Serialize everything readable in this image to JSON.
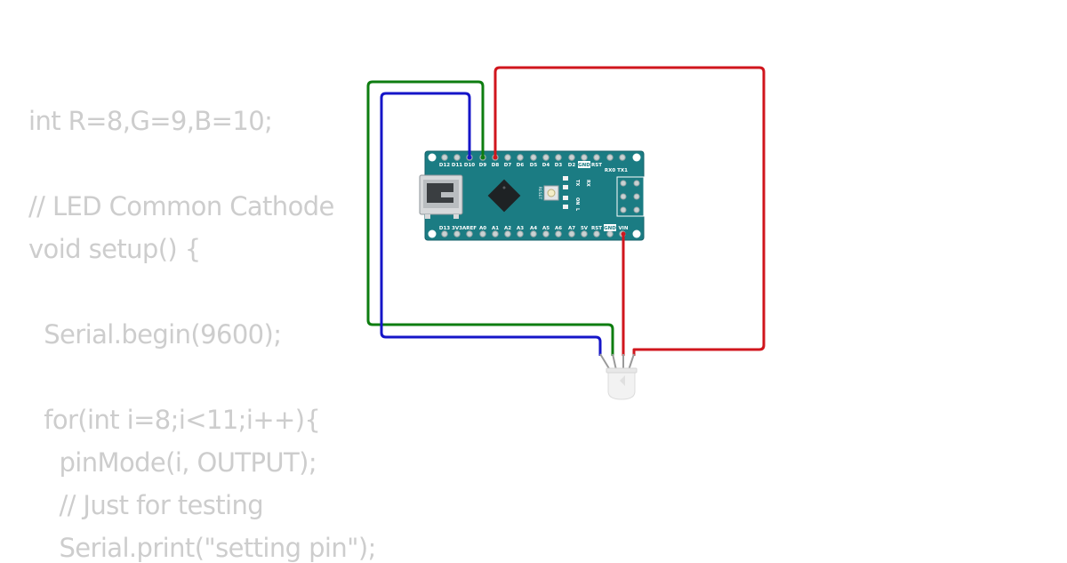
{
  "code": {
    "lines": [
      "int R=8,G=9,B=10;",
      "",
      "// LED Common Cathode",
      "void setup() {",
      "",
      "  Serial.begin(9600);",
      "",
      "  for(int i=8;i<11;i++){",
      "    pinMode(i, OUTPUT);",
      "    // Just for testing",
      "    Serial.print(\"setting pin\");"
    ]
  },
  "board": {
    "top_pins": [
      "D12",
      "D11",
      "D10",
      "D9",
      "D8",
      "D7",
      "D6",
      "D5",
      "D4",
      "D3",
      "D2",
      "GND",
      "RST",
      "RX0",
      "TX1"
    ],
    "bottom_pins": [
      "D13",
      "3V3",
      "AREF",
      "A0",
      "A1",
      "A2",
      "A3",
      "A4",
      "A5",
      "A6",
      "A7",
      "5V",
      "RST",
      "GND",
      "VIN"
    ],
    "reset_label": "RESET",
    "tx_label": "TX",
    "rx_label": "RX",
    "on_label": "ON",
    "l_label": "L"
  },
  "colors": {
    "board": "#1b7c83",
    "wire_red": "#d0161d",
    "wire_green": "#0e7d10",
    "wire_blue": "#1515c8",
    "code_text": "#cdcdcd"
  }
}
